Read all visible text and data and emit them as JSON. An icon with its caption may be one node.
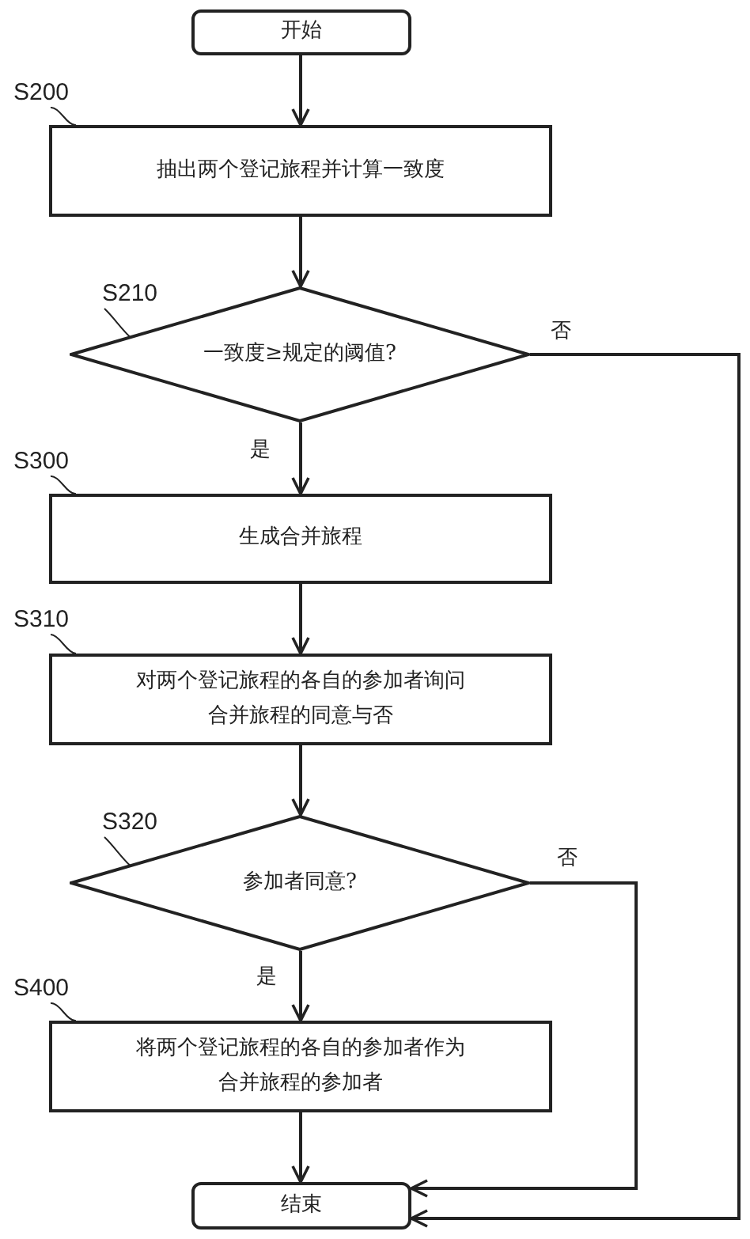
{
  "diagram": {
    "nodes": [
      {
        "text": [
          "开始"
        ]
      },
      {
        "text": [
          "S200"
        ]
      },
      {
        "text": [
          "抽出两个登记旅程并计算一致度"
        ]
      },
      {
        "text": [
          "S210"
        ]
      },
      {
        "text": [
          "一致度≥规定的阈值?"
        ]
      },
      {
        "text": [
          "S300"
        ]
      },
      {
        "text": [
          "生成合并旅程"
        ]
      },
      {
        "text": [
          "S310"
        ]
      },
      {
        "text": [
          "对两个登记旅程的各自的参加者询问合并旅程的同意与否"
        ]
      },
      {
        "text": [
          "S320"
        ]
      },
      {
        "text": [
          "参加者同意?"
        ]
      },
      {
        "text": [
          "S400"
        ]
      },
      {
        "text": [
          "将两个登记旅程的各自的参加者作为合并旅程的参加者"
        ]
      },
      {
        "text": [
          "结束"
        ]
      }
    ],
    "edges": [
      {
        "from": 0,
        "to": 2,
        "arrow": "to"
      },
      {
        "from": 2,
        "to": 4,
        "arrow": "to"
      },
      {
        "from": 4,
        "to": 6,
        "arrow": "to",
        "label": "是"
      },
      {
        "from": 4,
        "to": 13,
        "arrow": "to",
        "label": "否"
      },
      {
        "from": 6,
        "to": 8,
        "arrow": "to"
      },
      {
        "from": 8,
        "to": 10,
        "arrow": "to"
      },
      {
        "from": 10,
        "to": 12,
        "arrow": "to",
        "label": "是"
      },
      {
        "from": 10,
        "to": 13,
        "arrow": "to",
        "label": "否"
      },
      {
        "from": 12,
        "to": 13,
        "arrow": "to"
      },
      {
        "from": 1,
        "to": 2,
        "arrow": "none"
      },
      {
        "from": 3,
        "to": 4,
        "arrow": "none"
      },
      {
        "from": 5,
        "to": 6,
        "arrow": "none"
      },
      {
        "from": 7,
        "to": 8,
        "arrow": "none"
      },
      {
        "from": 9,
        "to": 10,
        "arrow": "none"
      },
      {
        "from": 11,
        "to": 12,
        "arrow": "none"
      }
    ]
  }
}
